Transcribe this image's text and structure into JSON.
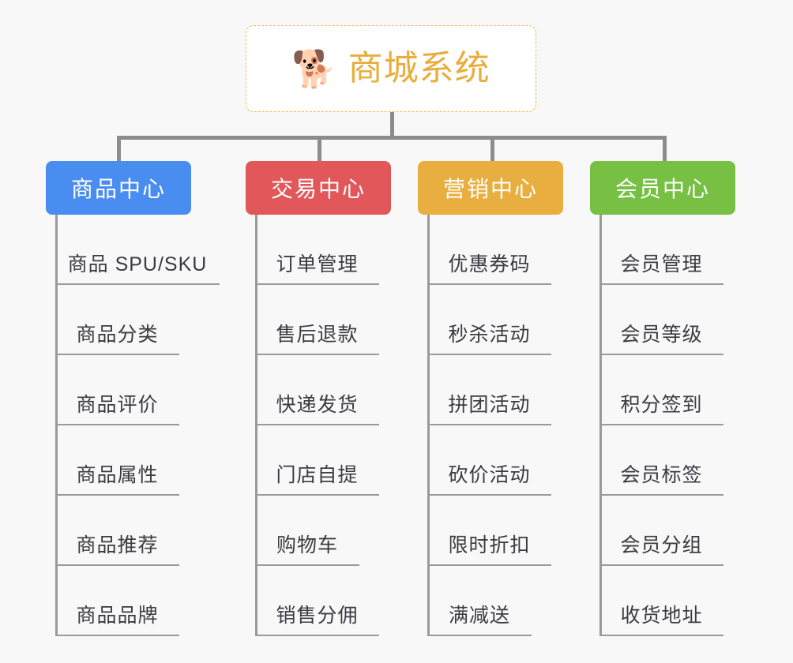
{
  "background_color": "#f8f8f8",
  "root": {
    "icon": "shiba-dog-face-icon",
    "icon_glyph": "🐕",
    "title": "商城系统",
    "title_color": "#e8ad3c",
    "border_color": "#f0b94a",
    "border_style": "dashed",
    "fill_color": "#ffffff"
  },
  "connector_color": "#8c8c8c",
  "leaf_line_color": "#9a9a9a",
  "leaf_text_color": "#3b3b42",
  "columns": [
    {
      "id": "product-center",
      "label": "商品中心",
      "color": "#4a8df0",
      "items": [
        "商品 SPU/SKU",
        "商品分类",
        "商品评价",
        "商品属性",
        "商品推荐",
        "商品品牌"
      ]
    },
    {
      "id": "trade-center",
      "label": "交易中心",
      "color": "#e2585a",
      "items": [
        "订单管理",
        "售后退款",
        "快递发货",
        "门店自提",
        "购物车",
        "销售分佣"
      ]
    },
    {
      "id": "marketing-center",
      "label": "营销中心",
      "color": "#e8ae3f",
      "items": [
        "优惠券码",
        "秒杀活动",
        "拼团活动",
        "砍价活动",
        "限时折扣",
        "满减送"
      ]
    },
    {
      "id": "member-center",
      "label": "会员中心",
      "color": "#77c043",
      "items": [
        "会员管理",
        "会员等级",
        "积分签到",
        "会员标签",
        "会员分组",
        "收货地址"
      ]
    }
  ]
}
